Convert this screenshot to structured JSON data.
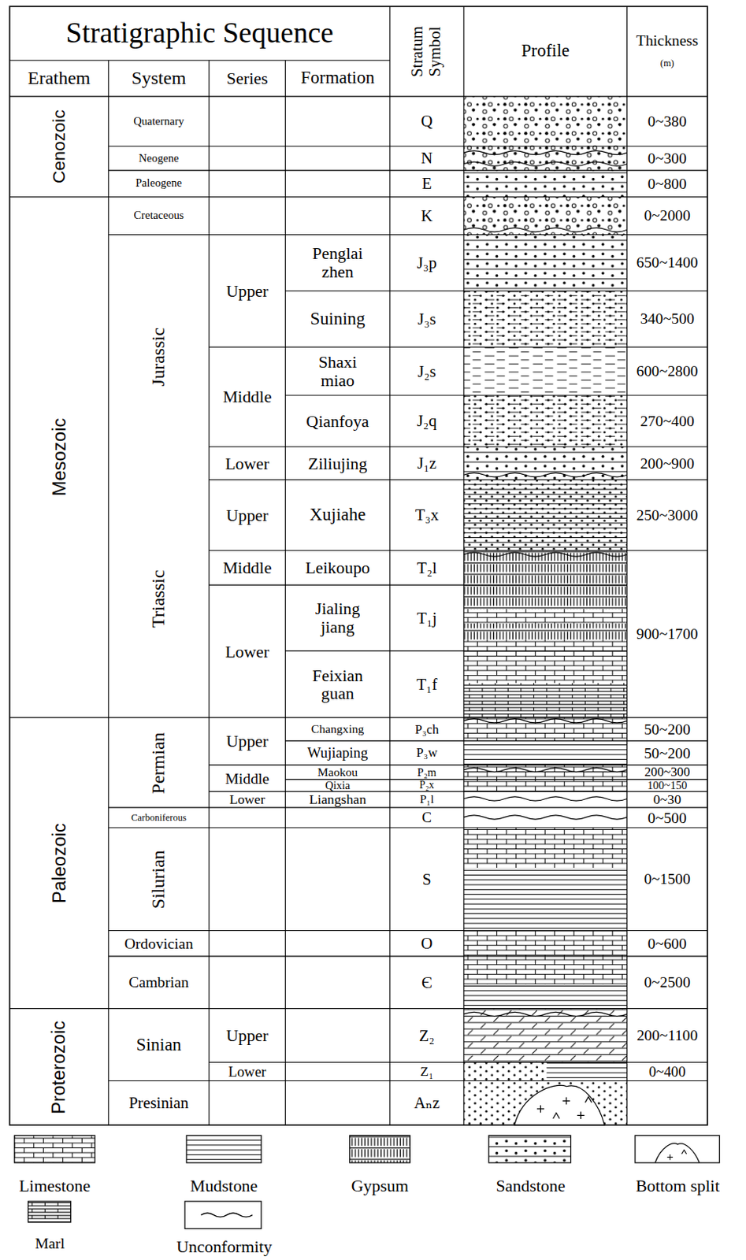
{
  "diagram": {
    "labels": [
      "Stratigraphic Sequence",
      "Stratum Symbol",
      "Profile",
      "Thickness",
      "(m)",
      "Erathem",
      "System",
      "Series",
      "Formation",
      "Cenozoic",
      "Quaternary",
      "Q",
      "0~380",
      "Neogene",
      "N",
      "0~300",
      "Paleogene",
      "E",
      "0~800",
      "Mesozoic",
      "Cretaceous",
      "K",
      "0~2000",
      "Jurassic",
      "Upper",
      "Penglai zhen",
      "J₃p",
      "650~1400",
      "Suining",
      "J₃s",
      "340~500",
      "Middle",
      "Shaxi miao",
      "J₂s",
      "600~2800",
      "Qianfoya",
      "J₂q",
      "270~400",
      "Lower",
      "Ziliujing",
      "J₁z",
      "200~900",
      "Triassic",
      "Upper",
      "Xujiahe",
      "T₃x",
      "250~3000",
      "Middle",
      "Leikoupo",
      "T₂l",
      "900~1700",
      "Lower",
      "Jialing jiang",
      "T₁j",
      "Feixian guan",
      "T₁f",
      "Paleozoic",
      "Permian",
      "Upper",
      "Changxing",
      "P₃ch",
      "50~200",
      "Wujiaping",
      "P₃w",
      "50~200",
      "Middle",
      "Maokou",
      "P₂m",
      "200~300",
      "Qixia",
      "P₂x",
      "100~150",
      "Lower",
      "Liangshan",
      "P₁l",
      "0~30",
      "Carboniferous",
      "C",
      "0~500",
      "Silurian",
      "S",
      "0~1500",
      "Ordovician",
      "O",
      "0~600",
      "Cambrian",
      "Є",
      "0~2500",
      "Proterozoic",
      "Sinian",
      "Upper",
      "Z₂",
      "200~1100",
      "Lower",
      "Z₁",
      "0~400",
      "Presinian",
      "Aₙz"
    ],
    "legend": [
      {
        "text": "Limestone"
      },
      {
        "text": "Mudstone"
      },
      {
        "text": "Gypsum"
      },
      {
        "text": "Sandstone"
      },
      {
        "text": "Bottom split"
      },
      {
        "text": "Marl"
      },
      {
        "text": "Unconformity"
      }
    ]
  }
}
